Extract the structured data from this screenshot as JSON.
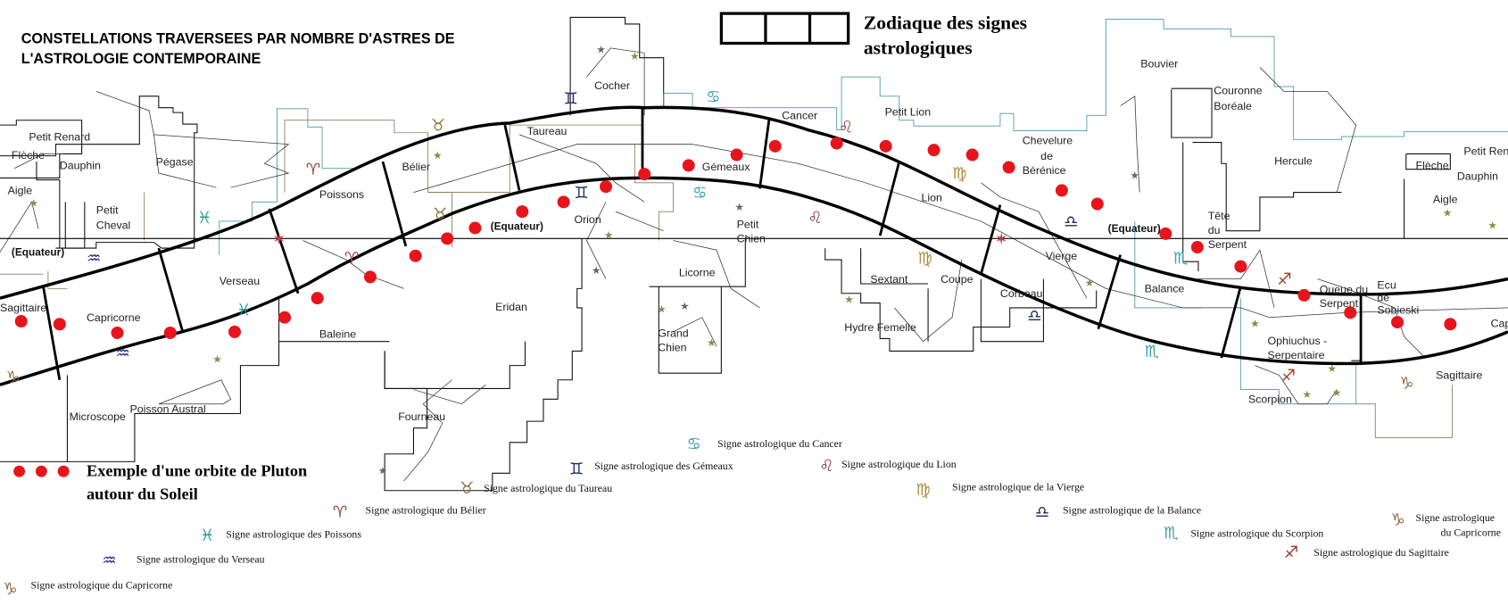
{
  "title": {
    "line1": "CONSTELLATIONS TRAVERSEES PAR NOMBRE D'ASTRES DE",
    "line2": "L'ASTROLOGIE CONTEMPORAINE"
  },
  "zodiac_legend": {
    "line1": "Zodiaque des signes",
    "line2": "astrologiques"
  },
  "pluto_legend": {
    "line1": "Exemple d'une orbite de Pluton",
    "line2": "autour du Soleil",
    "dot_color": "#e8141c"
  },
  "constellations": [
    "Petit Renard",
    "Flèche",
    "Dauphin",
    "Pégase",
    "Aigle",
    "Petit",
    "Cheval",
    "Poissons",
    "Bélier",
    "Taureau",
    "Cocher",
    "Orion",
    "Gémeaux",
    "Petit",
    "Chien",
    "Licorne",
    "Cancer",
    "Petit Lion",
    "Chevelure",
    "de",
    "Bérénice",
    "Lion",
    "Bouvier",
    "Couronne",
    "Boréale",
    "Hercule",
    "Petit Renard",
    "Flèche",
    "Dauphin",
    "Aigle",
    "Tête",
    "du",
    "Serpent",
    "Vierge",
    "Sextant",
    "Coupe",
    "Corbeau",
    "Balance",
    "Queue du",
    "Serpent",
    "Ecu",
    "de",
    "Sobieski",
    "Ophiuchus -",
    "Serpentaire",
    "Hydre Femelle",
    "Sagittaire",
    "Capricorne",
    "Verseau",
    "Baleine",
    "Eridan",
    "Grand",
    "Chien",
    "Microscope",
    "Poisson Austral",
    "Fourneau",
    "Scorpion",
    "Sagittaire",
    "Capricorne"
  ],
  "equator_labels": [
    "(Equateur)",
    "(Equateur)",
    "(Equateur)"
  ],
  "map_signs": [
    {
      "glyph": "♊",
      "color": "#1d2a6e"
    },
    {
      "glyph": "♋",
      "color": "#3a9aa8"
    },
    {
      "glyph": "♉",
      "color": "#8b7a3a"
    },
    {
      "glyph": "♈",
      "color": "#a0453a"
    },
    {
      "glyph": "♓",
      "color": "#2a9a9a"
    },
    {
      "glyph": "♉",
      "color": "#8b7a3a"
    },
    {
      "glyph": "♊",
      "color": "#1d2a6e"
    },
    {
      "glyph": "♋",
      "color": "#3a9aa8"
    },
    {
      "glyph": "♌",
      "color": "#8b3a3a"
    },
    {
      "glyph": "♍",
      "color": "#b08a3a"
    },
    {
      "glyph": "♌",
      "color": "#8b3a3a"
    },
    {
      "glyph": "♍",
      "color": "#b08a3a"
    },
    {
      "glyph": "♎",
      "color": "#1c2a5c"
    },
    {
      "glyph": "♏",
      "color": "#3aa0b0"
    },
    {
      "glyph": "♏",
      "color": "#3aa0b0"
    },
    {
      "glyph": "♎",
      "color": "#1c2a5c"
    },
    {
      "glyph": "♈",
      "color": "#a0453a"
    },
    {
      "glyph": "♒",
      "color": "#1e2a80"
    },
    {
      "glyph": "♓",
      "color": "#2a9a9a"
    },
    {
      "glyph": "♒",
      "color": "#1e2a80"
    },
    {
      "glyph": "♑",
      "color": "#8a6a3a"
    },
    {
      "glyph": "♐",
      "color": "#a03a2a"
    },
    {
      "glyph": "♐",
      "color": "#a03a2a"
    },
    {
      "glyph": "♑",
      "color": "#8a6a3a"
    }
  ],
  "legend": [
    {
      "glyph": "♋",
      "color": "#3a9aa8",
      "text": "Signe astrologique du Cancer"
    },
    {
      "glyph": "♊",
      "color": "#1d2a6e",
      "text": "Signe astrologique des Gémeaux"
    },
    {
      "glyph": "♌",
      "color": "#8b3a3a",
      "text": "Signe astrologique du Lion"
    },
    {
      "glyph": "♉",
      "color": "#8b7a3a",
      "text": "Signe astrologique du Taureau"
    },
    {
      "glyph": "♍",
      "color": "#b08a3a",
      "text": "Signe astrologique de la Vierge"
    },
    {
      "glyph": "♈",
      "color": "#a0453a",
      "text": "Signe astrologique du Bélier"
    },
    {
      "glyph": "♎",
      "color": "#1c2a5c",
      "text": "Signe astrologique de la Balance"
    },
    {
      "glyph": "♓",
      "color": "#2a9a9a",
      "text": "Signe astrologique des Poissons"
    },
    {
      "glyph": "♏",
      "color": "#3aa0b0",
      "text": "Signe astrologique du Scorpion"
    },
    {
      "glyph": "♑",
      "color": "#8a6a3a",
      "text": "Signe astrologique",
      "text2": "du Capricorne"
    },
    {
      "glyph": "♐",
      "color": "#a03a2a",
      "text": "Signe astrologique du Sagittaire"
    },
    {
      "glyph": "♒",
      "color": "#1e2a80",
      "text": "Signe astrologique du Verseau"
    },
    {
      "glyph": "♑",
      "color": "#8a6a3a",
      "text": "Signe astrologique du Capricorne"
    }
  ]
}
